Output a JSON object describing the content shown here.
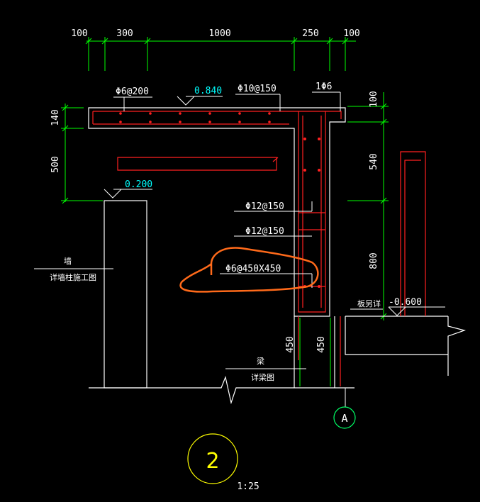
{
  "dims_top": [
    "100",
    "300",
    "1000",
    "250",
    "100"
  ],
  "dims_left": [
    "140",
    "500"
  ],
  "dims_right": [
    "100",
    "540",
    "800"
  ],
  "dims_bottom": [
    "450",
    "450"
  ],
  "labels": {
    "rebar_top_left": "Φ6@200",
    "elev_top": "0.840",
    "rebar_top_mid": "Φ10@150",
    "rebar_top_right": "1Φ6",
    "elev_wall": "0.200",
    "rebar_side_1": "Φ12@150",
    "rebar_side_2": "Φ12@150",
    "rebar_stirrup": "Φ6@450X450",
    "wall_title": "墙",
    "wall_note": "详墙柱施工图",
    "beam_title": "梁",
    "beam_note": "详梁图",
    "slab_note": "板另详",
    "elev_right": "-0.600",
    "axis": "A",
    "detail_no": "2",
    "scale": "1:25"
  },
  "colors": {
    "outline": "#ffffff",
    "dimension": "#00ff00",
    "rebar": "#ff2020",
    "text": "#ffffff",
    "markup": "#ff6a1a",
    "axis": "#00ff66",
    "detail": "#ffff00"
  }
}
